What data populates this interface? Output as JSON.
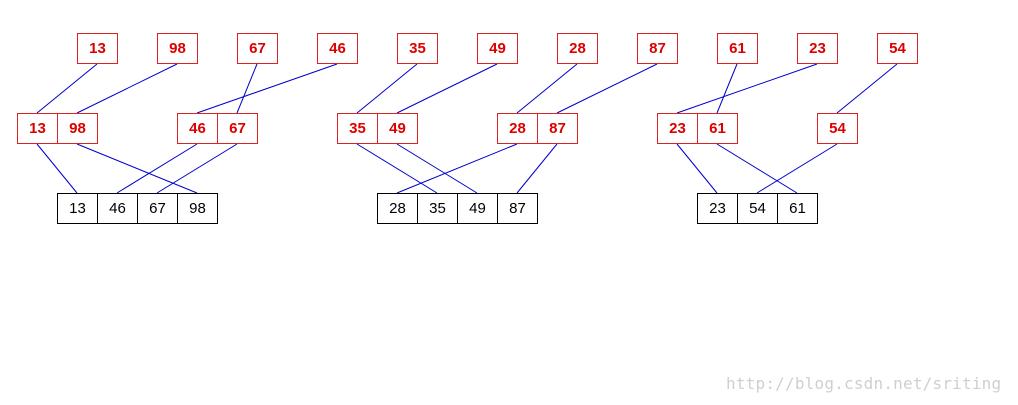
{
  "row1": [
    "13",
    "98",
    "67",
    "46",
    "35",
    "49",
    "28",
    "87",
    "61",
    "23",
    "54"
  ],
  "row2_groups": [
    [
      "13",
      "98"
    ],
    [
      "46",
      "67"
    ],
    [
      "35",
      "49"
    ],
    [
      "28",
      "87"
    ],
    [
      "23",
      "61"
    ],
    [
      "54"
    ]
  ],
  "row3_groups": [
    [
      "13",
      "46",
      "67",
      "98"
    ],
    [
      "28",
      "35",
      "49",
      "87"
    ],
    [
      "23",
      "54",
      "61"
    ]
  ],
  "watermark": "http://blog.csdn.net/sriting",
  "colors": {
    "accent_red": "#dd0000",
    "box_black": "#000000",
    "line_blue": "#0000cc",
    "watermark_gray": "#cfcfcf"
  }
}
